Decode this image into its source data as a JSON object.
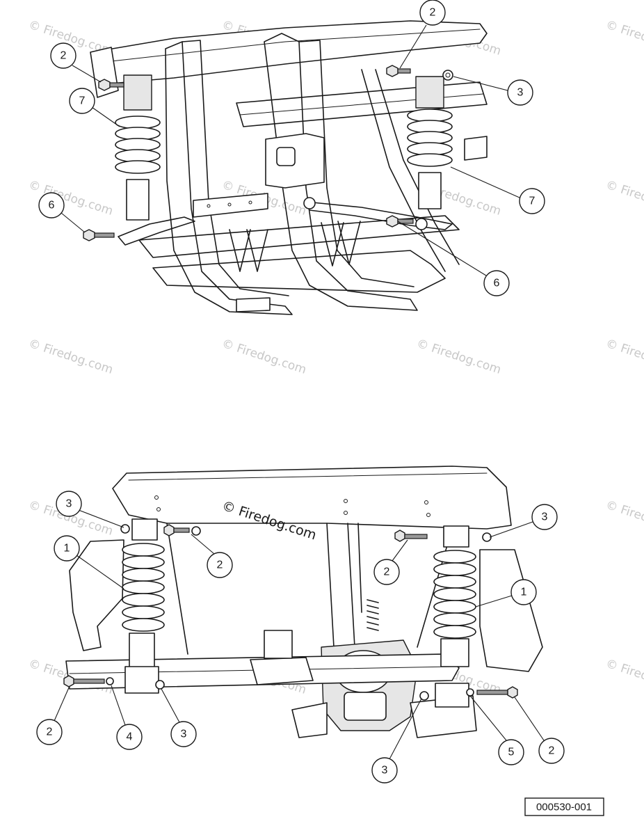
{
  "watermark": {
    "text": "© Firedog.com"
  },
  "figure_ref": "000530-001",
  "top_view": {
    "callouts": [
      {
        "id": "t2a",
        "label": "2"
      },
      {
        "id": "t2b",
        "label": "2"
      },
      {
        "id": "t3",
        "label": "3"
      },
      {
        "id": "t7a",
        "label": "7"
      },
      {
        "id": "t7b",
        "label": "7"
      },
      {
        "id": "t6a",
        "label": "6"
      },
      {
        "id": "t6b",
        "label": "6"
      }
    ]
  },
  "bottom_view": {
    "callouts": [
      {
        "id": "b3a",
        "label": "3"
      },
      {
        "id": "b1a",
        "label": "1"
      },
      {
        "id": "b2a",
        "label": "2"
      },
      {
        "id": "b3b",
        "label": "3"
      },
      {
        "id": "b2b",
        "label": "2"
      },
      {
        "id": "b1b",
        "label": "1"
      },
      {
        "id": "b2c",
        "label": "2"
      },
      {
        "id": "b4",
        "label": "4"
      },
      {
        "id": "b3c",
        "label": "3"
      },
      {
        "id": "b3d",
        "label": "3"
      },
      {
        "id": "b5",
        "label": "5"
      },
      {
        "id": "b2d",
        "label": "2"
      }
    ]
  }
}
